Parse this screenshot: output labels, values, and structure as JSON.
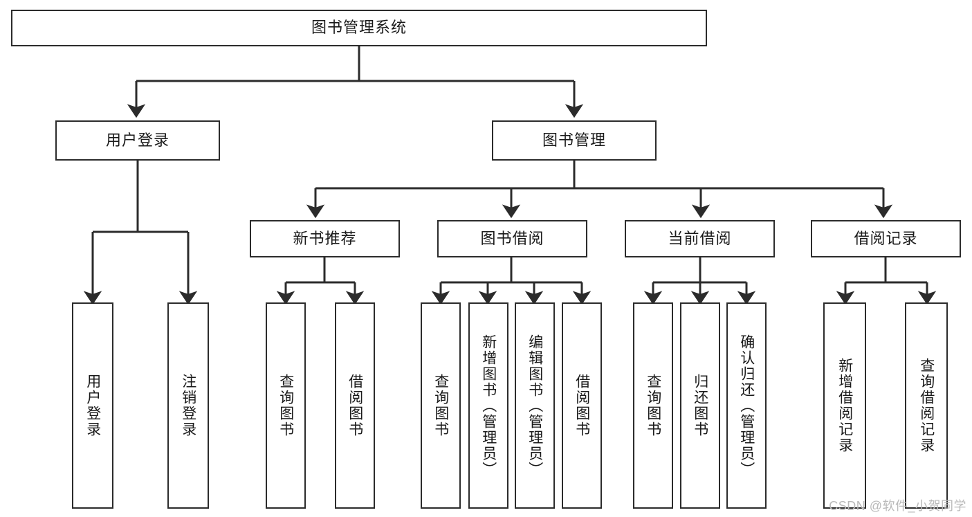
{
  "diagram": {
    "title": "图书管理系统",
    "type": "tree-hierarchy",
    "colors": {
      "box_border": "#2b2b2b",
      "box_fill": "#ffffff",
      "edge": "#2b2b2b",
      "text": "#1a1a1a",
      "watermark": "#b9b9b9"
    },
    "root": {
      "label": "图书管理系统"
    },
    "level2": [
      {
        "label": "用户登录"
      },
      {
        "label": "图书管理"
      }
    ],
    "level3": [
      {
        "label": "新书推荐"
      },
      {
        "label": "图书借阅"
      },
      {
        "label": "当前借阅"
      },
      {
        "label": "借阅记录"
      }
    ],
    "leaves_user_login": [
      {
        "label": "用户登录"
      },
      {
        "label": "注销登录"
      }
    ],
    "leaves_new_book": [
      {
        "label": "查询图书"
      },
      {
        "label": "借阅图书"
      }
    ],
    "leaves_borrow": [
      {
        "label": "查询图书"
      },
      {
        "label": "新增图书（管理员）"
      },
      {
        "label": "编辑图书（管理员）"
      },
      {
        "label": "借阅图书"
      }
    ],
    "leaves_current": [
      {
        "label": "查询图书"
      },
      {
        "label": "归还图书"
      },
      {
        "label": "确认归还（管理员）"
      }
    ],
    "leaves_record": [
      {
        "label": "新增借阅记录"
      },
      {
        "label": "查询借阅记录"
      }
    ],
    "watermark": "CSDN @软件_小贺同学"
  }
}
